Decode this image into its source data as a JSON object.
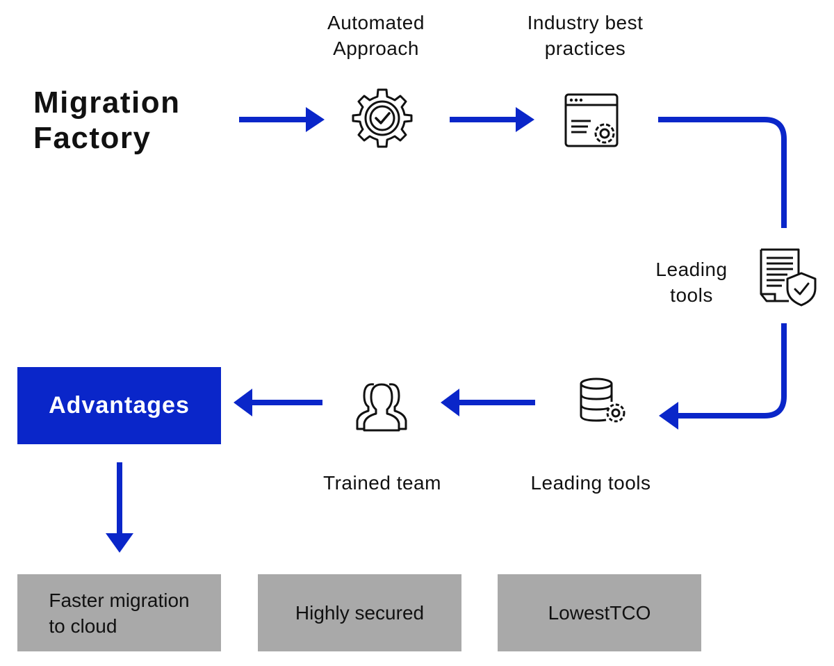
{
  "title": {
    "line1": "Migration",
    "line2": "Factory"
  },
  "steps": {
    "automated": {
      "label": "Automated\nApproach",
      "icon": "gear-check-icon"
    },
    "best_practices": {
      "label": "Industry best\npractices",
      "icon": "browser-settings-icon"
    },
    "leading_tools_side": {
      "label": "Leading\ntools",
      "icon": "document-shield-icon"
    },
    "leading_tools": {
      "label": "Leading tools",
      "icon": "database-gear-icon"
    },
    "trained_team": {
      "label": "Trained team",
      "icon": "team-icon"
    }
  },
  "advantages": {
    "label": "Advantages"
  },
  "benefits": [
    {
      "label": "Faster migration\n to cloud"
    },
    {
      "label": "Highly secured"
    },
    {
      "label": "LowestTCO"
    }
  ],
  "colors": {
    "accent": "#0a26c9",
    "benefit_bg": "#a9a9a9",
    "text": "#111111"
  }
}
